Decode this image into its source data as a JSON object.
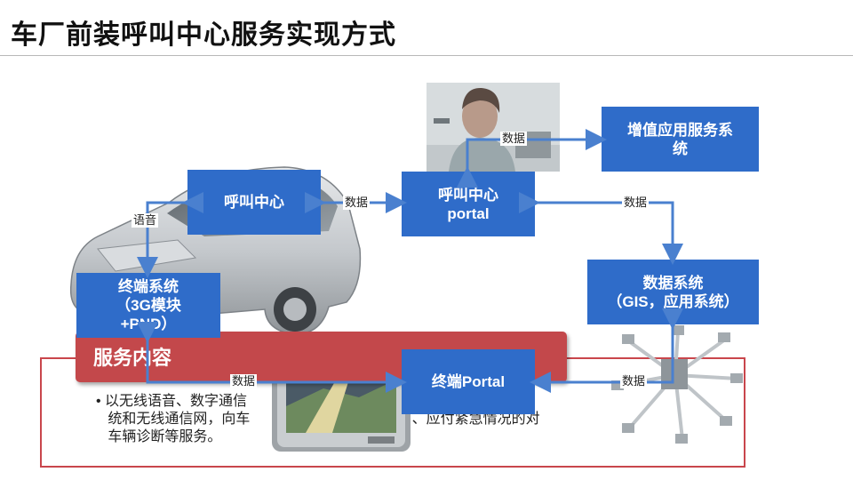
{
  "slide": {
    "title": "车厂前装呼叫中心服务实现方式"
  },
  "colors": {
    "box_blue": "#2f6cc9",
    "arrow_blue": "#4a80cf",
    "service_red": "#c3484b"
  },
  "nodes": {
    "call_center": "呼叫中心",
    "call_center_portal": "呼叫中心\nportal",
    "value_added": "增值应用服务系\n统",
    "terminal_system": "终端系统\n（3G模块\n+PND）",
    "data_system": "数据系统\n（GIS，应用系统）",
    "terminal_portal": "终端Portal"
  },
  "edge_labels": {
    "voice": "语音",
    "data_cc_portal": "数据",
    "data_portal_value": "数据",
    "data_portal_datasys": "数据",
    "data_terminal_portal": "数据",
    "data_datasys_portal": "数据"
  },
  "service": {
    "heading": "服务内容",
    "body": "• 以无线语音、数字通信                                            换技术，通\n   统和无线通信网，向车                                         、应付紧急情况的对\n   车辆诊断等服务。"
  },
  "images": {
    "car": "car-photo",
    "operator": "call-center-operator-photo",
    "device": "pnd-navigation-device-photo",
    "network": "network-topology-graphic"
  }
}
